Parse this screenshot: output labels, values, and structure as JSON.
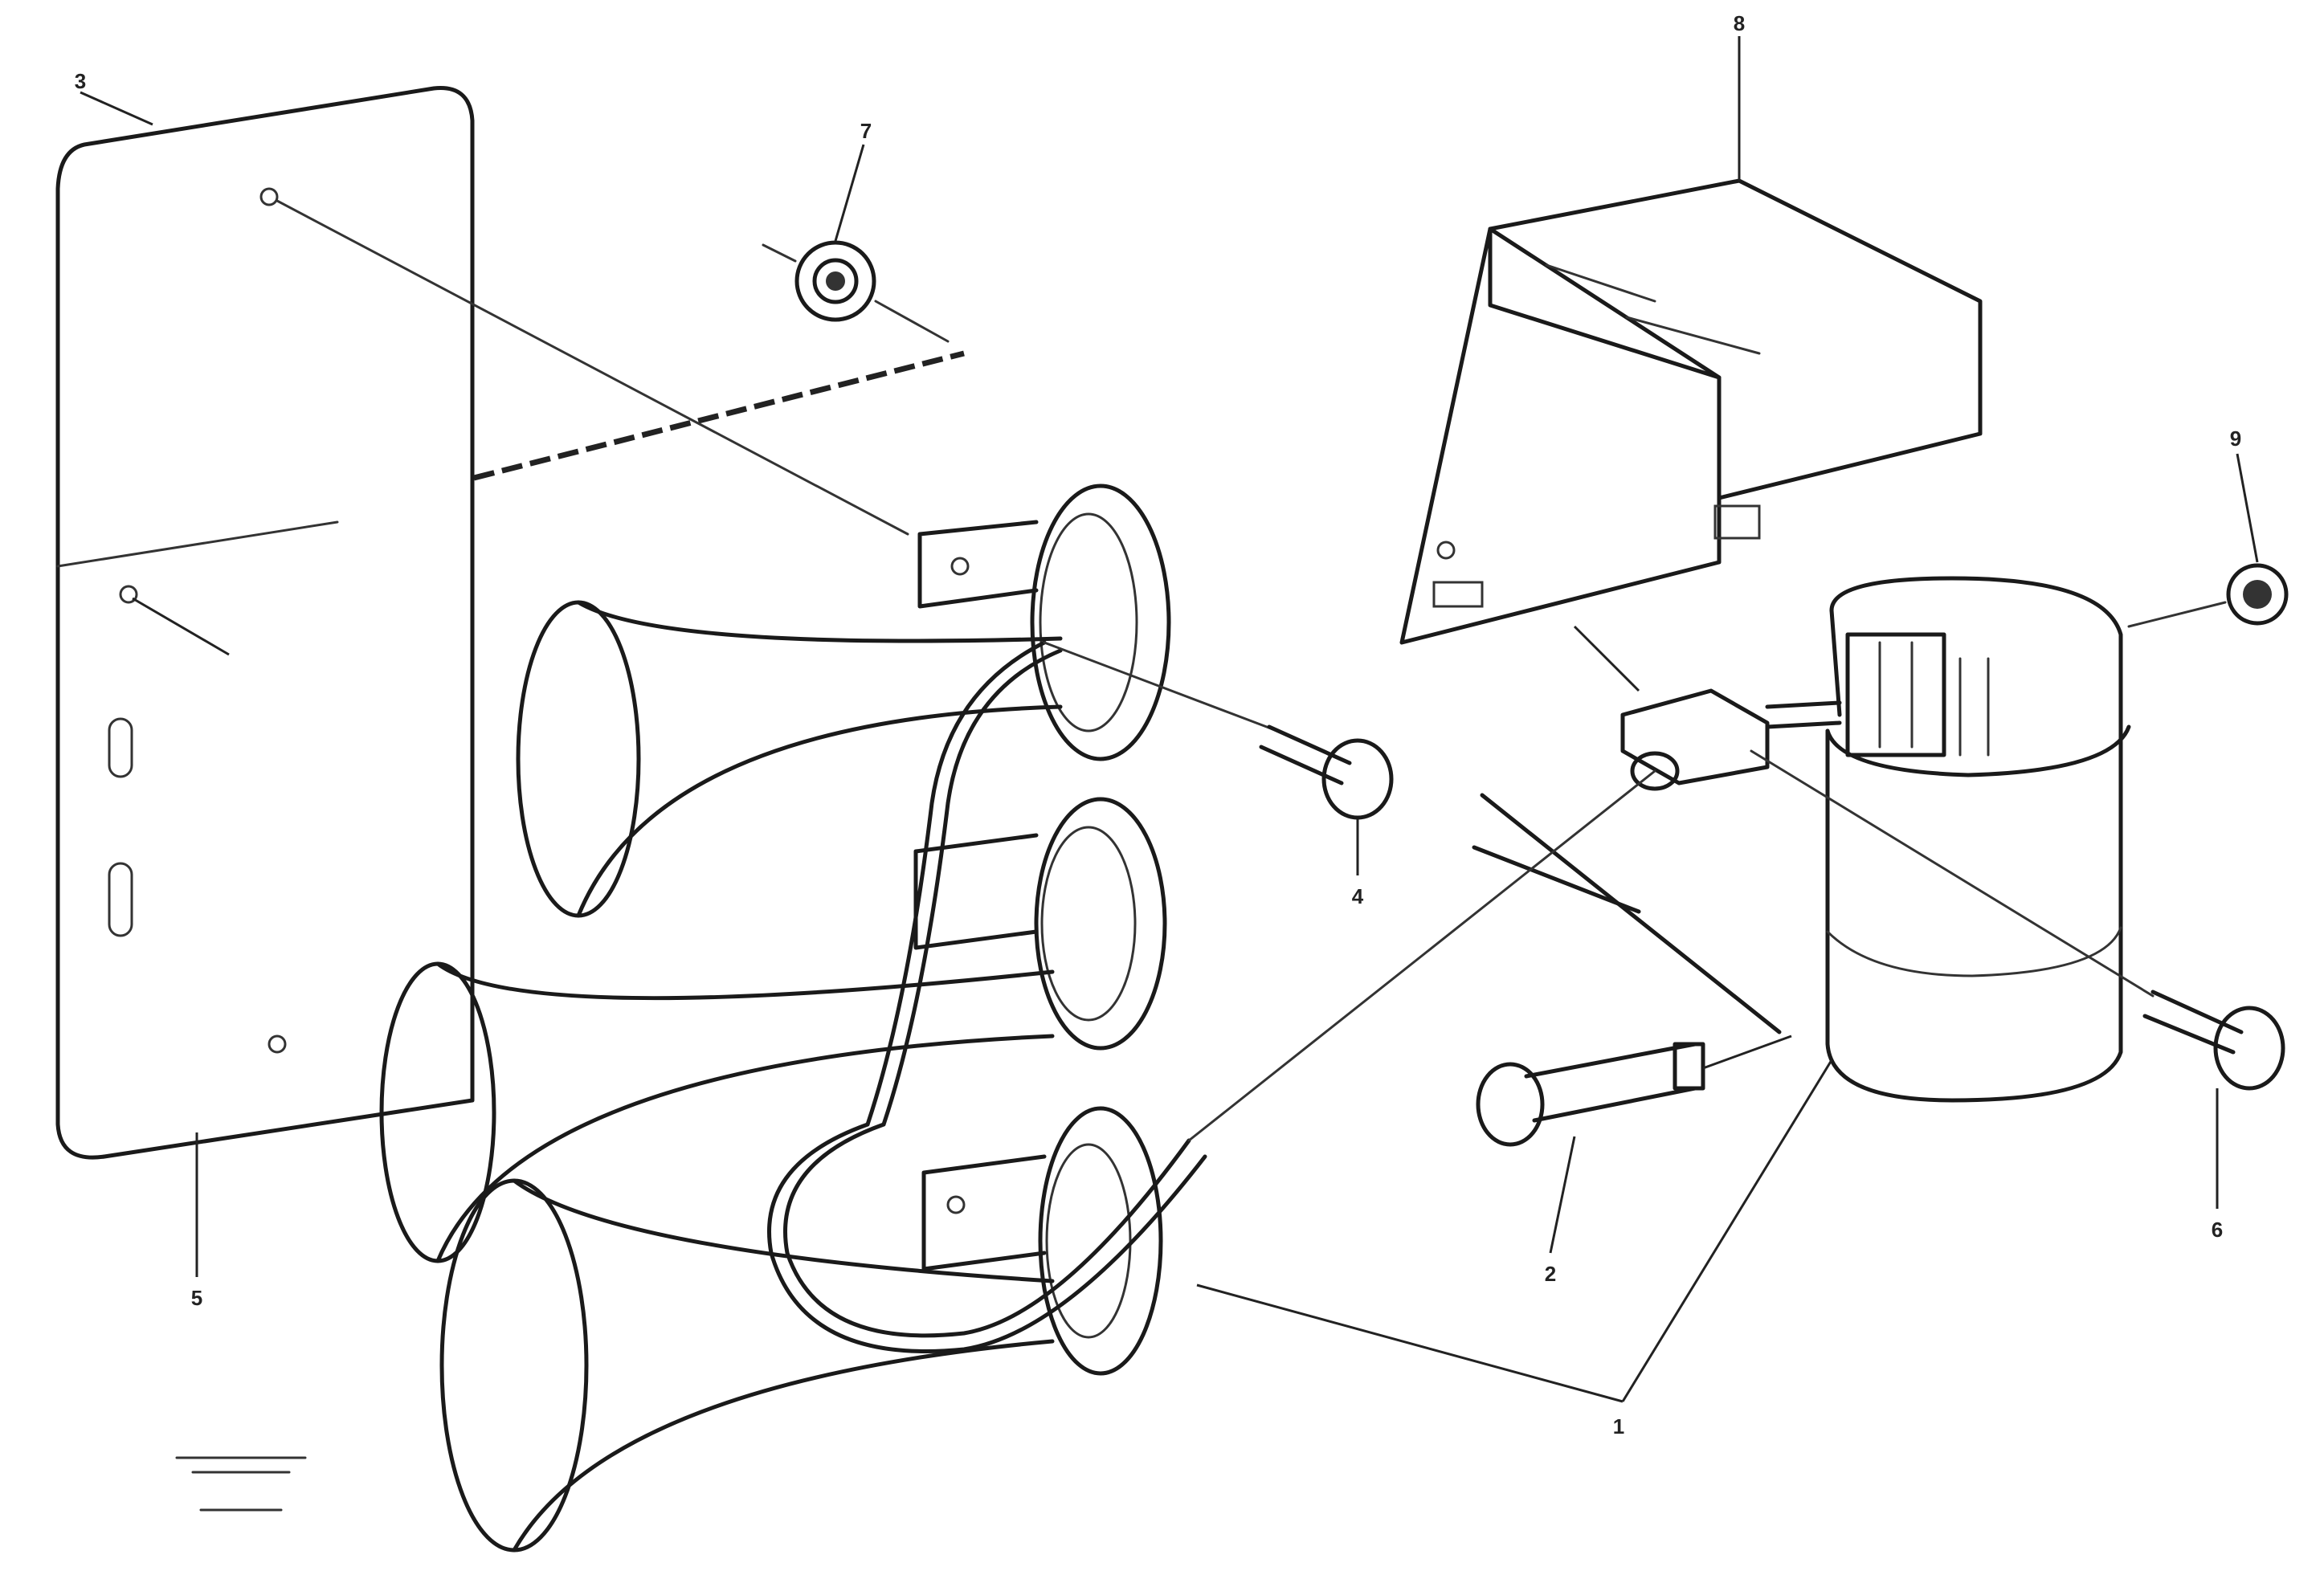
{
  "callouts": [
    {
      "id": "c1",
      "text": "1"
    },
    {
      "id": "c2",
      "text": "2"
    },
    {
      "id": "c3",
      "text": "3"
    },
    {
      "id": "c4",
      "text": "4"
    },
    {
      "id": "c5",
      "text": "5"
    },
    {
      "id": "c6",
      "text": "6"
    },
    {
      "id": "c7",
      "text": "7"
    },
    {
      "id": "c8",
      "text": "8"
    },
    {
      "id": "c9",
      "text": "9"
    }
  ],
  "stamp": {
    "line1": "",
    "line2": "",
    "code": ""
  }
}
